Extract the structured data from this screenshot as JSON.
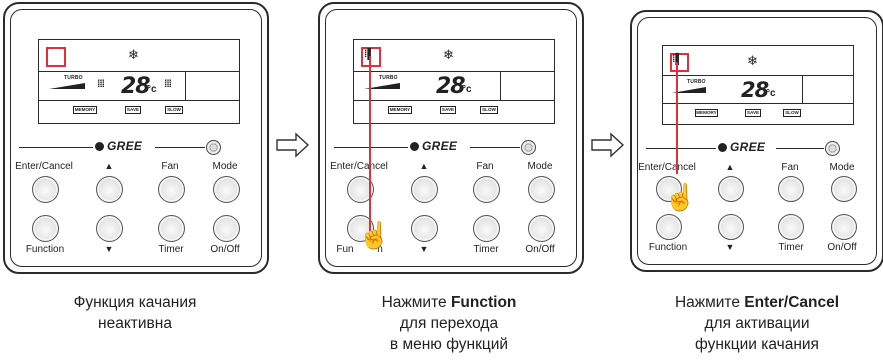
{
  "brand": "GREE",
  "temperature": "28",
  "temp_unit": "°c",
  "turbo_label": "TURBO",
  "tags": {
    "memory": "MEMORY",
    "save": "SAVE",
    "slow": "SLOW"
  },
  "buttons": {
    "enter_cancel": "Enter/Cancel",
    "up": "▲",
    "fan": "Fan",
    "mode": "Mode",
    "function": "Function",
    "down": "▼",
    "timer": "Timer",
    "on_off": "On/Off",
    "function_partial_left": "Fun",
    "function_partial_right": "n"
  },
  "captions": [
    {
      "line1": "Функция качания",
      "line2": "неактивна"
    },
    {
      "line1_pre": "Нажмите ",
      "line1_bold": "Function",
      "line2": "для перехода",
      "line3": "в меню функций"
    },
    {
      "line1_pre": "Нажмите ",
      "line1_bold": "Enter/Cancel",
      "line2": "для активации",
      "line3": "функции качания"
    }
  ],
  "colors": {
    "highlight": "#e0303a",
    "outline": "#2b2b2b"
  },
  "icons": {
    "swing": "swing-icon",
    "snow": "snowflake-icon",
    "hand": "pointing-hand-icon",
    "step": "right-arrow-icon"
  }
}
